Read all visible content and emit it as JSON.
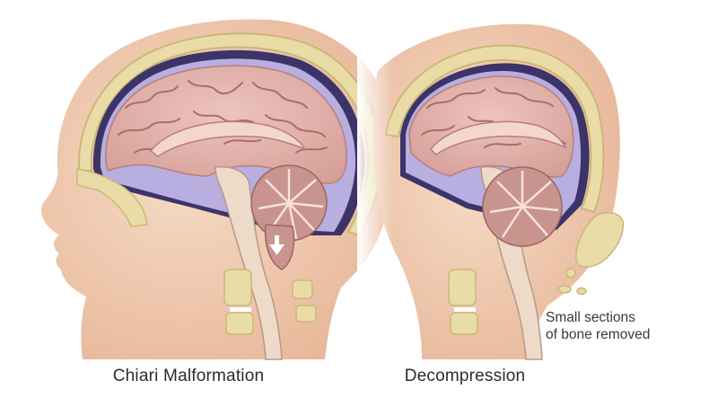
{
  "panels": [
    {
      "id": "left",
      "caption": "Chiari Malformation"
    },
    {
      "id": "right",
      "caption": "Decompression"
    }
  ],
  "annotation": {
    "line1": "Small sections",
    "line2": "of bone removed"
  },
  "colors": {
    "skin": "#f2cdb3",
    "skin_shadow": "#e3ad90",
    "skull": "#e9dca6",
    "skull_edge": "#cbb77a",
    "brain": "#e4b4ae",
    "brain_fold": "#b97f7a",
    "csf": "#bcb6dc",
    "dark_space": "#3c3468",
    "cerebellum": "#c9938e",
    "spinal_cord": "#eedac8"
  },
  "icons": [
    "down-arrow-icon"
  ]
}
